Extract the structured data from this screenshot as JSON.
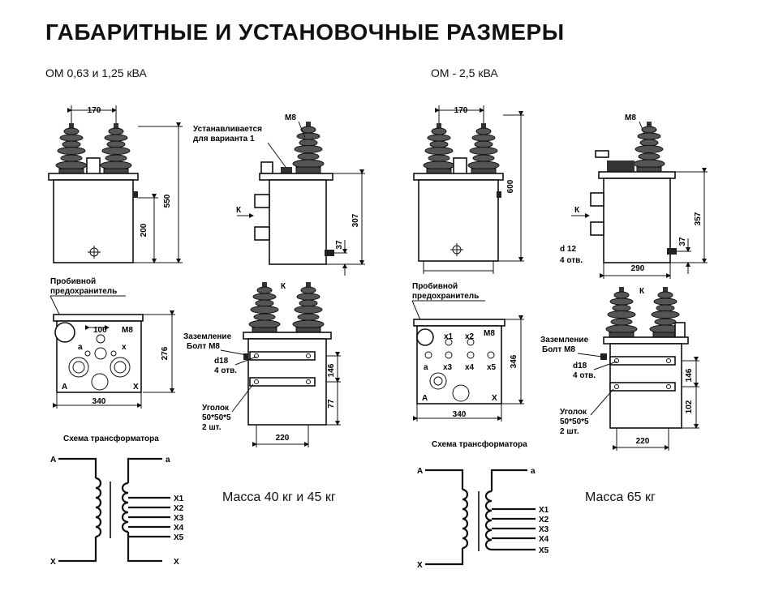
{
  "title": "ГАБАРИТНЫЕ И УСТАНОВОЧНЫЕ РАЗМЕРЫ",
  "sections": {
    "left": {
      "heading": "ОМ 0,63 и 1,25 кВА",
      "mass": "Масса 40 кг и 45 кг",
      "scheme_title": "Схема трансформатора",
      "dims": {
        "width_top": "170",
        "height_total": "550",
        "height_lower": "200",
        "m8_top": "M8",
        "variant_note_1": "Устанавливается",
        "variant_note_2": "для варианта 1",
        "k_side": "К",
        "h_307": "307",
        "h_37": "37",
        "fuse_1": "Пробивной",
        "fuse_2": "предохранитель",
        "w_100": "100",
        "m8_plan": "M8",
        "a_small": "a",
        "x_small": "x",
        "A_big": "А",
        "X_big": "Х",
        "w_340": "340",
        "h_276": "276",
        "k_front": "К",
        "ground_1": "Заземление",
        "ground_2": "Болт M8",
        "d18": "d18",
        "holes": "4 отв.",
        "h_146": "146",
        "h_77": "77",
        "angle_1": "Уголок",
        "angle_2": "50*50*5",
        "angle_3": "2 шт.",
        "w_220": "220"
      },
      "scheme": {
        "A": "А",
        "a": "a",
        "X": "Х",
        "x": "Х",
        "taps": [
          "X1",
          "X2",
          "X3",
          "X4",
          "X5"
        ]
      }
    },
    "right": {
      "heading": "ОМ - 2,5 кВА",
      "mass": "Масса 65 кг",
      "scheme_title": "Схема трансформатора",
      "dims": {
        "width_top": "170",
        "height_total": "600",
        "m8_top": "M8",
        "k_side": "К",
        "h_357": "357",
        "h_37": "37",
        "d12": "d 12",
        "holes_d12": "4 отв.",
        "w_290": "290",
        "fuse_1": "Пробивной",
        "fuse_2": "предохранитель",
        "x1": "x1",
        "x2": "x2",
        "x3": "x3",
        "x4": "x4",
        "x5": "x5",
        "m8_plan": "M8",
        "a_small": "a",
        "A_big": "А",
        "X_big": "Х",
        "w_340": "340",
        "h_346": "346",
        "k_front": "К",
        "ground_1": "Заземление",
        "ground_2": "Болт M8",
        "d18": "d18",
        "holes": "4 отв.",
        "h_146": "146",
        "h_102": "102",
        "angle_1": "Уголок",
        "angle_2": "50*50*5",
        "angle_3": "2 шт.",
        "w_220": "220"
      },
      "scheme": {
        "A": "А",
        "a": "a",
        "X": "Х",
        "taps": [
          "X1",
          "X2",
          "X3",
          "X4",
          "X5"
        ]
      }
    }
  }
}
